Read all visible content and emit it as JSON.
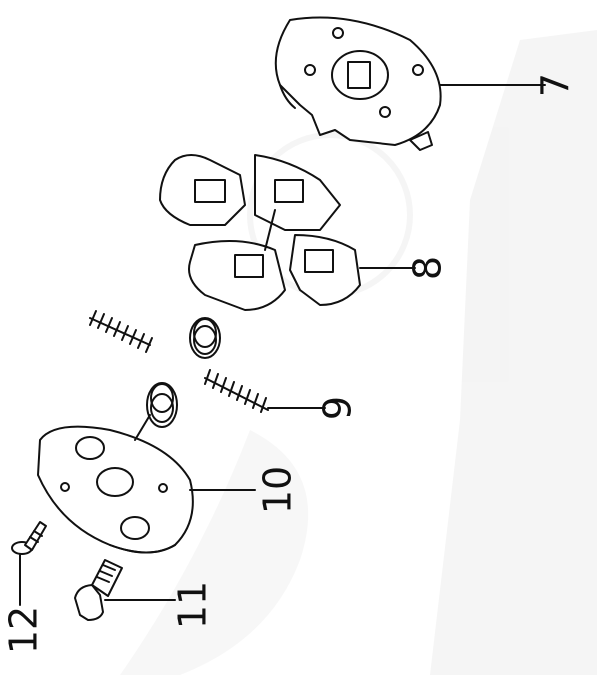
{
  "parts": [
    {
      "id": "part-7",
      "label": "7"
    },
    {
      "id": "part-8",
      "label": "8"
    },
    {
      "id": "part-9",
      "label": "9"
    },
    {
      "id": "part-10",
      "label": "10"
    },
    {
      "id": "part-11",
      "label": "11"
    },
    {
      "id": "part-12",
      "label": "12"
    }
  ],
  "colors": {
    "ink": "#111111",
    "paper": "#ffffff",
    "watermark": "#e6e6e6"
  }
}
